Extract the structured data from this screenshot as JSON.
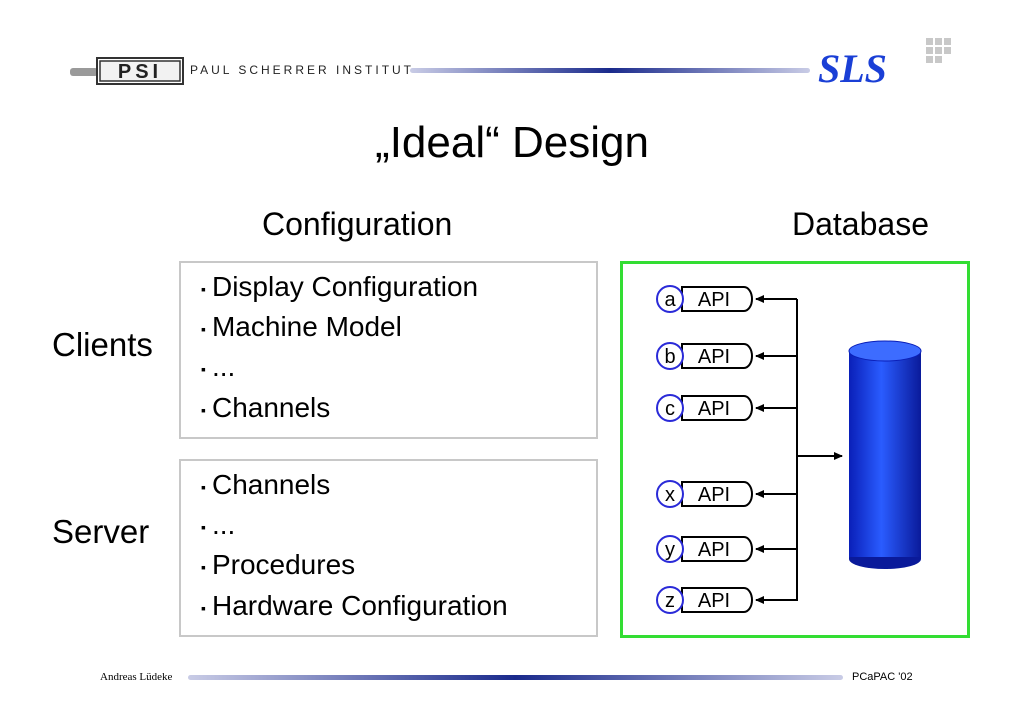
{
  "header": {
    "logo_text": "PSI",
    "institute_name": "PAUL SCHERRER INSTITUT",
    "sls_logo_text": "SLS"
  },
  "title": "„Ideal“ Design",
  "columns": {
    "configuration": "Configuration",
    "database": "Database"
  },
  "rows": {
    "clients": "Clients",
    "server": "Server"
  },
  "clients_items": [
    "Display Configuration",
    "Machine Model",
    "...",
    "Channels"
  ],
  "server_items": [
    "Channels",
    "...",
    "Procedures",
    "Hardware Configuration"
  ],
  "bullet_glyph": "▪",
  "api_connectors": [
    {
      "letter": "a",
      "label": "API"
    },
    {
      "letter": "b",
      "label": "API"
    },
    {
      "letter": "c",
      "label": "API"
    },
    {
      "letter": "x",
      "label": "API"
    },
    {
      "letter": "y",
      "label": "API"
    },
    {
      "letter": "z",
      "label": "API"
    }
  ],
  "colors": {
    "green_frame": "#33dd33",
    "circle_border": "#2a2ad8",
    "database_blue": "#1a44ee",
    "header_line_dark": "#1a2a8c"
  },
  "footer": {
    "author": "Andreas Lüdeke",
    "event": "PCaPAC '02"
  }
}
